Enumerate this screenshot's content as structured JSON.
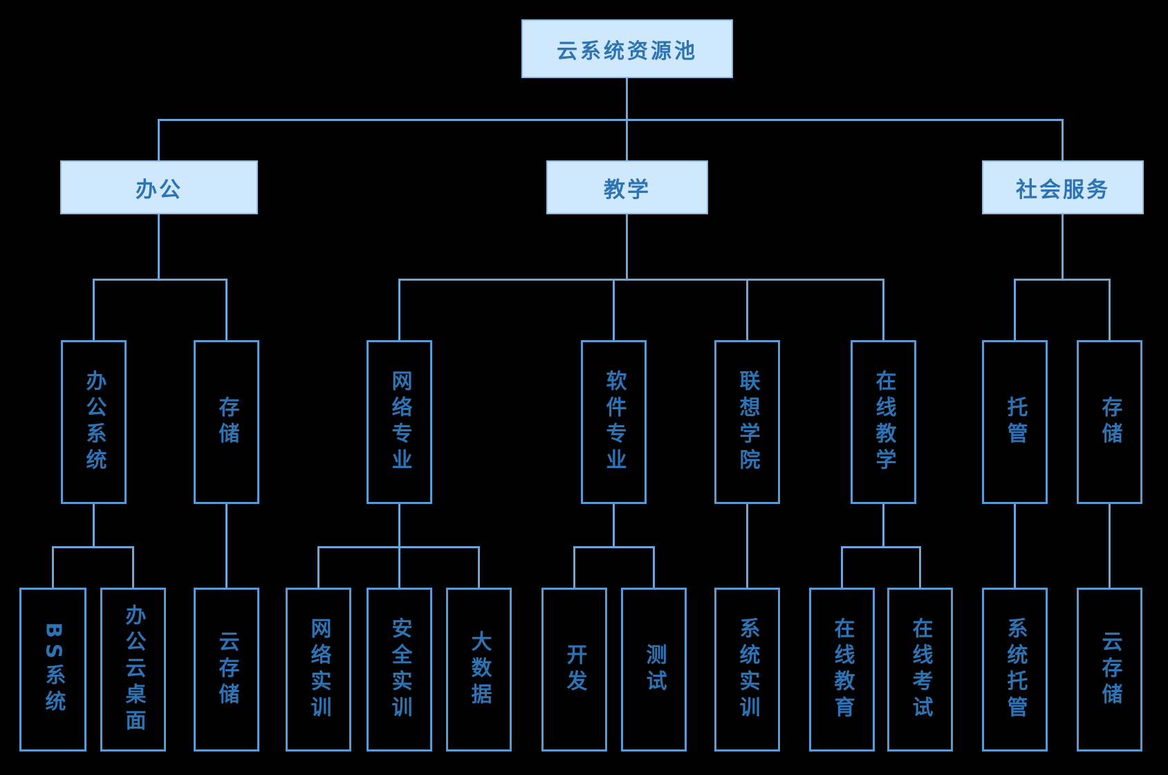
{
  "tree": {
    "root": {
      "label": "云系统资源池"
    },
    "branches": [
      {
        "label": "办公",
        "children": [
          {
            "label": "办公系统",
            "children": [
              {
                "label": "BS系统"
              },
              {
                "label": "办公云桌面"
              }
            ]
          },
          {
            "label": "存储",
            "children": [
              {
                "label": "云存储"
              }
            ]
          }
        ]
      },
      {
        "label": "教学",
        "children": [
          {
            "label": "网络专业",
            "children": [
              {
                "label": "网络实训"
              },
              {
                "label": "安全实训"
              },
              {
                "label": "大数据"
              }
            ]
          },
          {
            "label": "软件专业",
            "children": [
              {
                "label": "开发"
              },
              {
                "label": "测试"
              }
            ]
          },
          {
            "label": "联想学院",
            "children": [
              {
                "label": "系统实训"
              }
            ]
          },
          {
            "label": "在线教学",
            "children": [
              {
                "label": "在线教育"
              },
              {
                "label": "在线考试"
              }
            ]
          }
        ]
      },
      {
        "label": "社会服务",
        "children": [
          {
            "label": "托管",
            "children": [
              {
                "label": "系统托管"
              }
            ]
          },
          {
            "label": "存储",
            "children": [
              {
                "label": "云存储"
              }
            ]
          }
        ]
      }
    ]
  },
  "colors": {
    "background": "#000000",
    "line": "#6da6da",
    "box_border": "#5b9bd5",
    "header_fill": "#cfe8fb",
    "header_border": "#8fbce6",
    "text": "#2e74b5"
  }
}
